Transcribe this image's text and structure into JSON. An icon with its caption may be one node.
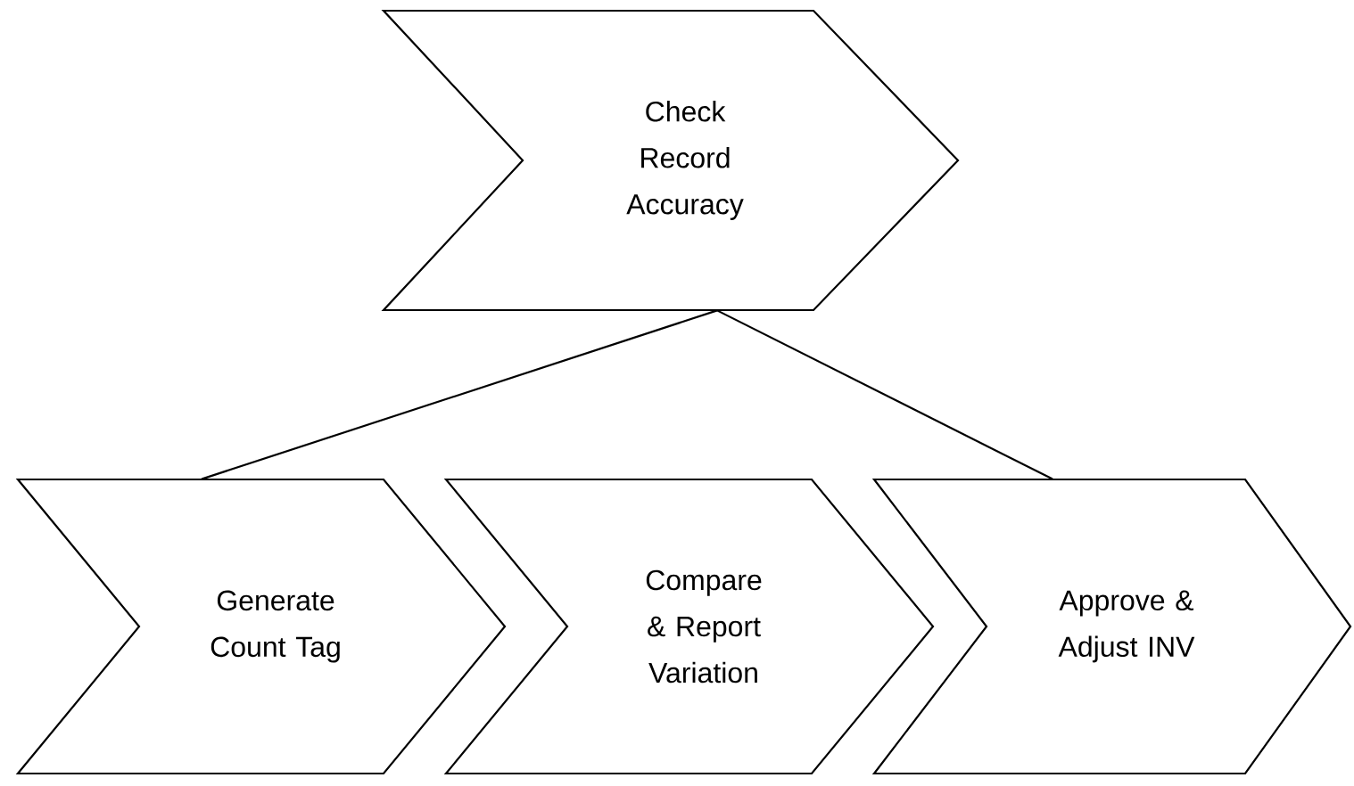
{
  "diagram": {
    "nodes": [
      {
        "text": [
          "Check Record Accuracy"
        ]
      },
      {
        "text": [
          "Generate Count Tag"
        ]
      },
      {
        "text": [
          "Compare & Report Variation"
        ]
      },
      {
        "text": [
          "Approve & Adjust INV"
        ]
      }
    ],
    "edges": [
      {
        "from": 0,
        "to": 1,
        "arrow": "none"
      },
      {
        "from": 0,
        "to": 3,
        "arrow": "none"
      }
    ]
  }
}
